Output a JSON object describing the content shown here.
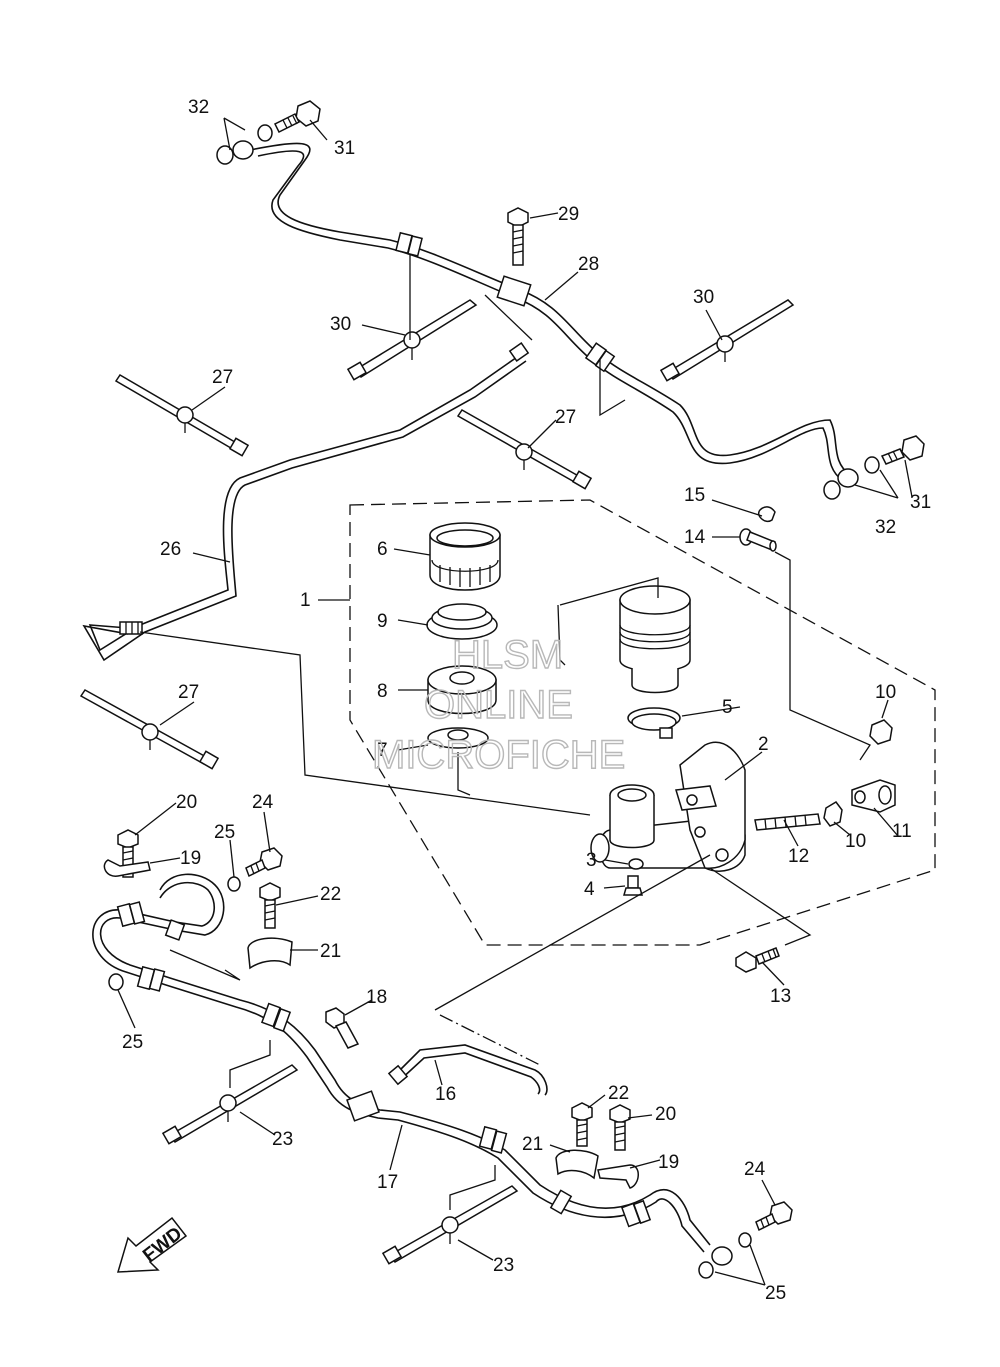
{
  "labels": {
    "1": "1",
    "2": "2",
    "3": "3",
    "4": "4",
    "5": "5",
    "6": "6",
    "7": "7",
    "8": "8",
    "9": "9",
    "10": "10",
    "11": "11",
    "12": "12",
    "13": "13",
    "14": "14",
    "15": "15",
    "16": "16",
    "17": "17",
    "18": "18",
    "19": "19",
    "20": "20",
    "21": "21",
    "22": "22",
    "23": "23",
    "24": "24",
    "25": "25",
    "26": "26",
    "27": "27",
    "28": "28",
    "29": "29",
    "30": "30",
    "31": "31",
    "32": "32"
  },
  "fwd_label": "FWD",
  "watermark": {
    "line1": "HLSM",
    "line2": "ONLINE",
    "line3": "MICROFICHE"
  }
}
